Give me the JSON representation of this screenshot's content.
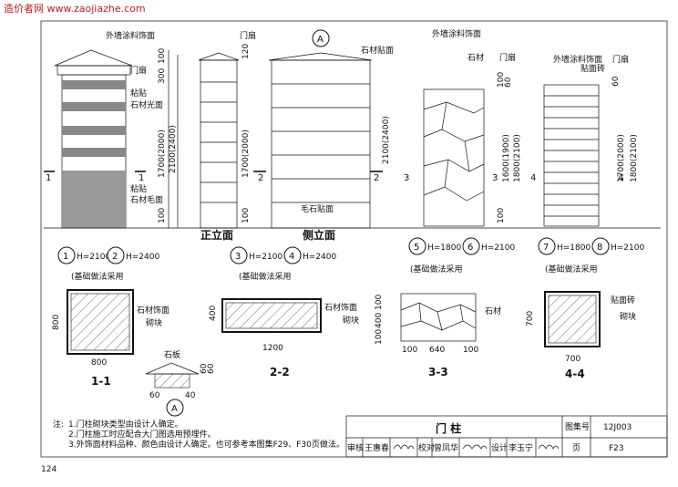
{
  "watermark": "造价者网 www.zaojiazhe.com",
  "elevations": {
    "e1": {
      "top_label": "外墙涂料饰面",
      "door_leaf": "门扇",
      "paste_upper": "粘贴",
      "stone_smooth": "石材光面",
      "paste_lower": "粘贴",
      "stone_rough": "石材毛面",
      "dims": [
        "100",
        "300",
        "1700(2000)",
        "2100(2400)",
        "100"
      ],
      "sec": "1"
    },
    "e2": {
      "door_leaf": "门扇",
      "dims": [
        "120",
        "1700(2000)",
        "100"
      ],
      "sec": "2"
    },
    "e3": {
      "stone_face": "石材贴面",
      "rubble": "毛石贴面",
      "dims": [
        "2100(2400)"
      ],
      "sec": "2"
    },
    "e4": {
      "top_label": "外墙涂料饰面",
      "stone": "石材",
      "door_leaf": "门扇",
      "dims": [
        "100",
        "60",
        "1600(1900)",
        "1800(2100)",
        "100"
      ],
      "sec": "3"
    },
    "e5": {
      "top_label": "外墙涂料饰面",
      "brick_face": "贴面砖",
      "door_leaf": "门扇",
      "dims": [
        "60",
        "1700(2000)",
        "1800(2100)"
      ],
      "sec": "4"
    }
  },
  "view_titles": {
    "front": "正立面",
    "side": "侧立面"
  },
  "detail_a": "A",
  "types": [
    {
      "n": "1",
      "h": "H=2100"
    },
    {
      "n": "2",
      "h": "H=2400"
    },
    {
      "n": "3",
      "h": "H=2100"
    },
    {
      "n": "4",
      "h": "H=2400"
    },
    {
      "n": "5",
      "h": "H=1800"
    },
    {
      "n": "6",
      "h": "H=2100"
    },
    {
      "n": "7",
      "h": "H=1800"
    },
    {
      "n": "8",
      "h": "H=2100"
    }
  ],
  "foundation_note": "(基础做法采用",
  "sections": {
    "s11": {
      "title": "1-1",
      "width": "800",
      "height": "800",
      "stone": "石材饰面",
      "block": "砌块"
    },
    "s22": {
      "title": "2-2",
      "width": "1200",
      "height": "400",
      "stone": "石材饰面",
      "block": "砌块"
    },
    "s33": {
      "title": "3-3",
      "dims": [
        "100",
        "640",
        "100"
      ],
      "vdims": [
        "100",
        "400",
        "100"
      ],
      "stone": "石材"
    },
    "s44": {
      "title": "4-4",
      "width": "700",
      "height": "700",
      "brick": "贴面砖",
      "block": "砌块"
    },
    "cap": {
      "label": "石板",
      "dims": [
        "60",
        "60",
        "60",
        "40"
      ],
      "ref": "A"
    }
  },
  "notes": {
    "prefix": "注:",
    "items": [
      "1.门柱砌块类型由设计人确定。",
      "2.门柱施工时应配合大门图选用预埋件。",
      "3.外饰面材料品种、颜色由设计人确定。也可参考本图集F29、F30页做法。"
    ]
  },
  "title_block": {
    "title": "门  柱",
    "atlas_label": "图集号",
    "atlas_no": "12J003",
    "review": "审核",
    "reviewer": "王惠春",
    "check": "校对",
    "checker": "曾凤华",
    "design": "设计",
    "designer": "李玉宁",
    "page_label": "页",
    "page_no": "F23"
  },
  "page_number": "124"
}
